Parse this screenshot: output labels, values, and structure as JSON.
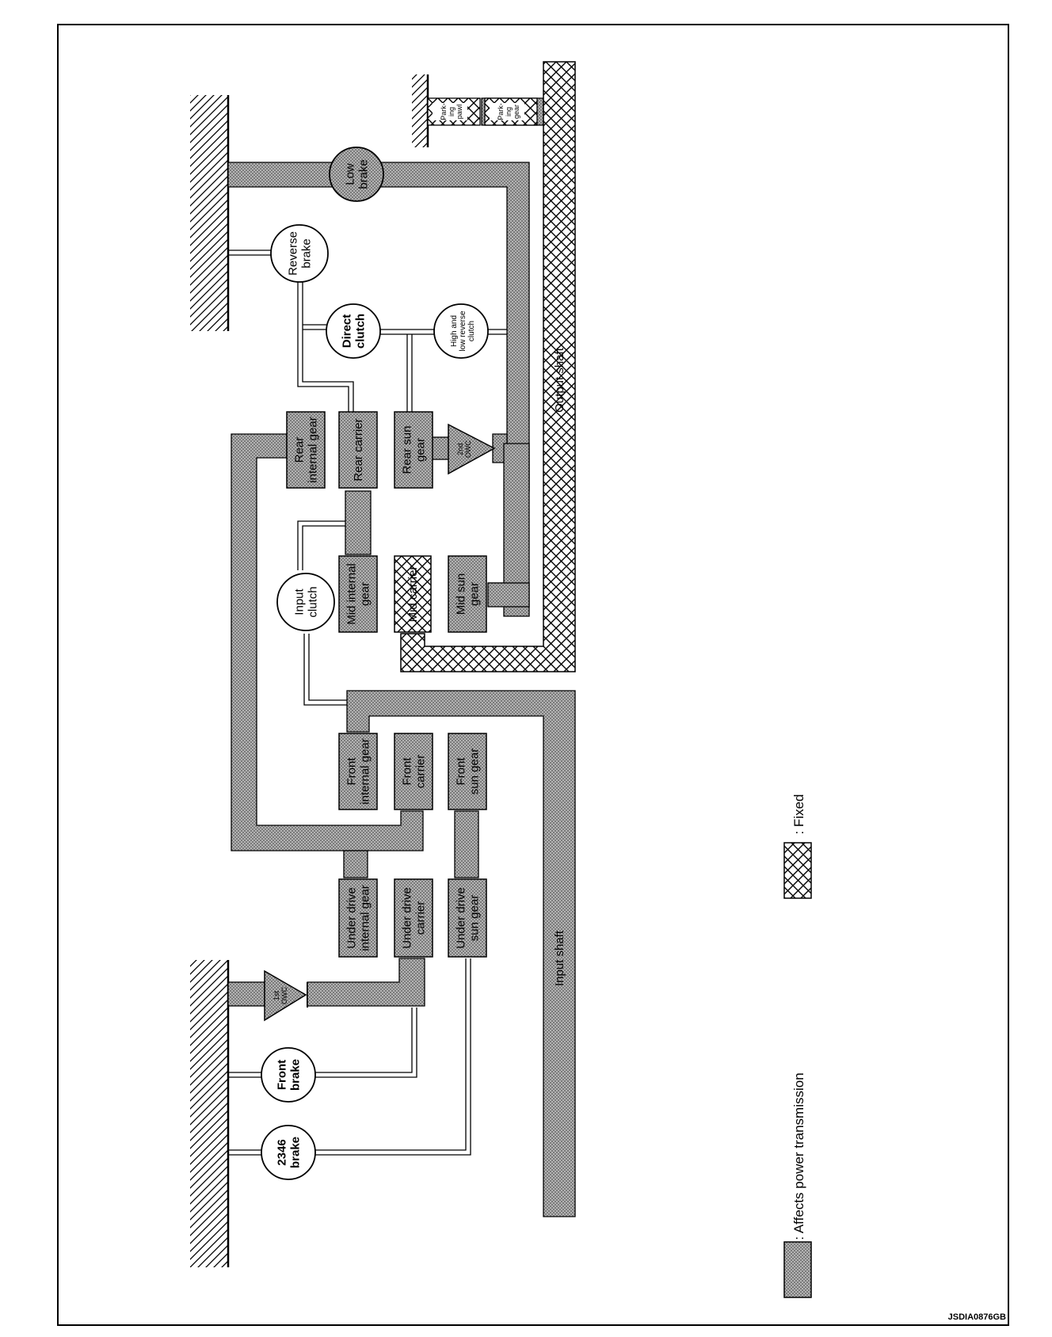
{
  "components": {
    "reverse_brake": [
      "Reverse",
      "brake"
    ],
    "low_brake": [
      "Low",
      "brake"
    ],
    "direct_clutch": [
      "Direct",
      "clutch"
    ],
    "hlr_clutch": [
      "High and",
      "low reverse",
      "clutch"
    ],
    "input_clutch": [
      "Input",
      "clutch"
    ],
    "brake_2346": [
      "2346",
      "brake"
    ],
    "front_brake": [
      "Front",
      "brake"
    ],
    "parking_pawl": [
      "Park-",
      "ing",
      "pawl"
    ],
    "parking_gear": [
      "Park-",
      "ing",
      "gear"
    ],
    "owc_1st": [
      "1st",
      "OWC"
    ],
    "owc_2nd": [
      "2nd",
      "OWC"
    ],
    "rear_internal_gear": [
      "Rear",
      "internal gear"
    ],
    "rear_carrier": [
      "Rear carrier"
    ],
    "rear_sun_gear": [
      "Rear sun",
      "gear"
    ],
    "mid_internal_gear": [
      "Mid internal",
      "gear"
    ],
    "mid_carrier": [
      "Mid carrier"
    ],
    "mid_sun_gear": [
      "Mid sun",
      "gear"
    ],
    "front_internal_gear": [
      "Front",
      "internal gear"
    ],
    "front_carrier": [
      "Front",
      "carrier"
    ],
    "front_sun_gear": [
      "Front",
      "sun gear"
    ],
    "under_drive_internal_gear": [
      "Under drive",
      "internal gear"
    ],
    "under_drive_carrier": [
      "Under drive",
      "carrier"
    ],
    "under_drive_sun_gear": [
      "Under drive",
      "sun gear"
    ],
    "output_shaft": [
      "Output shaft"
    ],
    "input_shaft": [
      "Input shaft"
    ]
  },
  "legend": {
    "affects": ": Affects power transmission",
    "fixed": ": Fixed"
  },
  "doc_id": "JSDIA0876GB",
  "colors": {
    "shaded": "#9a9a9a",
    "line": "#000000"
  }
}
